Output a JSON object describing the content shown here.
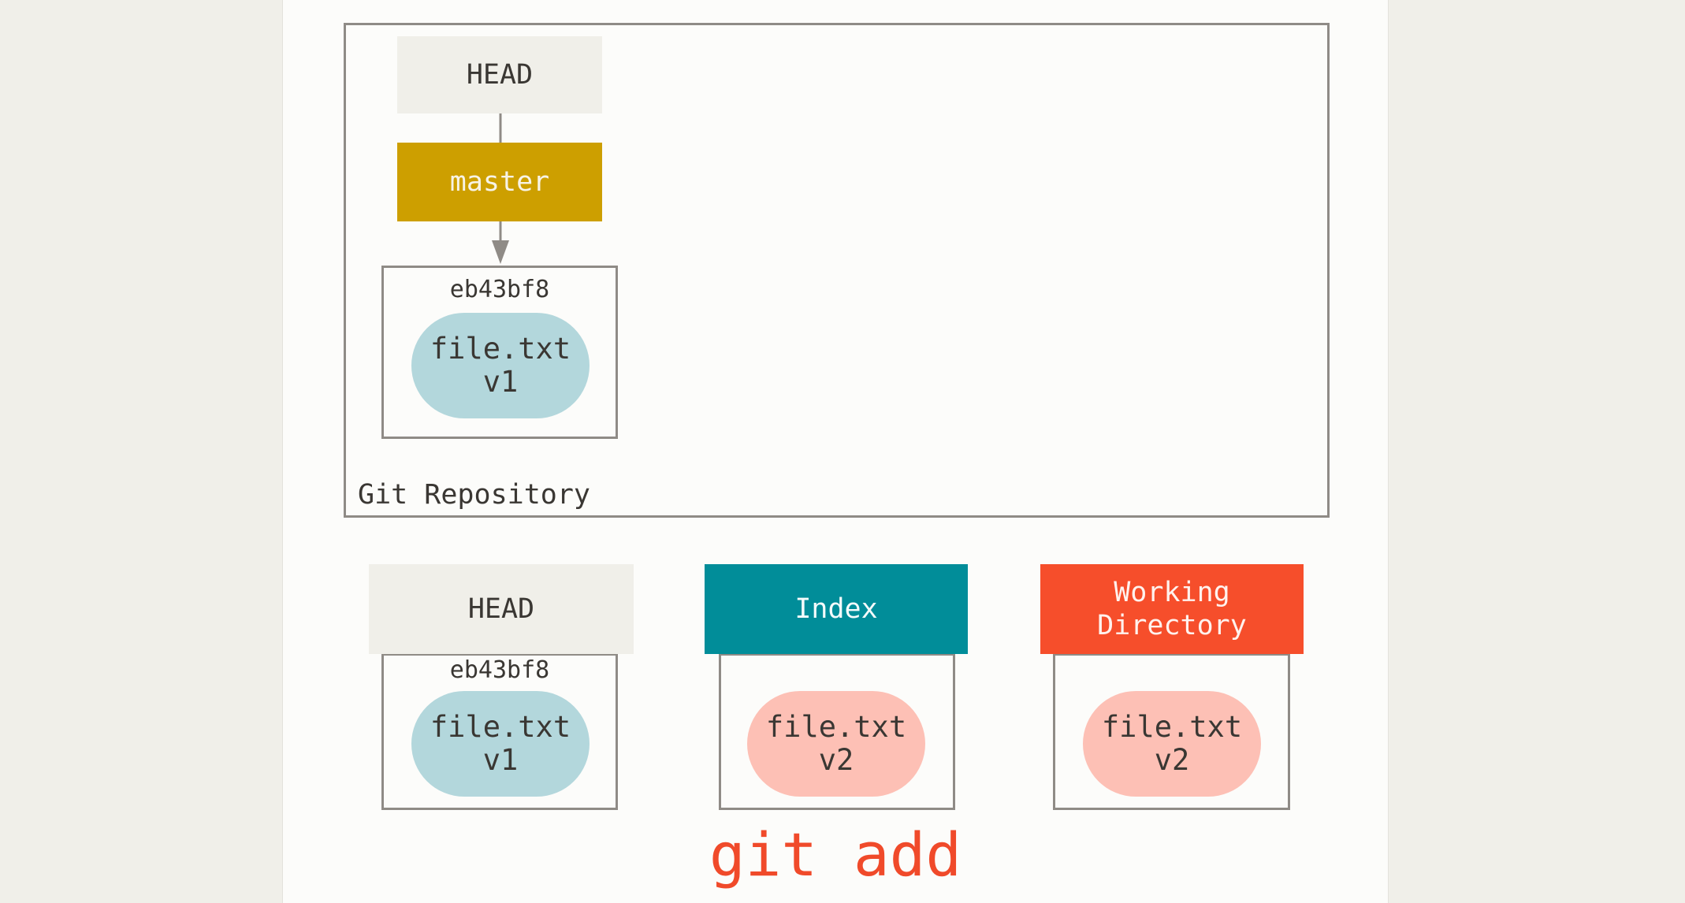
{
  "repository": {
    "label": "Git Repository",
    "head_label": "HEAD",
    "branch_label": "master",
    "commit": {
      "sha": "eb43bf8",
      "blob": {
        "name": "file.txt",
        "version": "v1"
      }
    }
  },
  "trees": [
    {
      "label": "HEAD",
      "sha": "eb43bf8",
      "blob": {
        "name": "file.txt",
        "version": "v1"
      }
    },
    {
      "label": "Index",
      "blob": {
        "name": "file.txt",
        "version": "v2"
      }
    },
    {
      "label": "Working\nDirectory",
      "blob": {
        "name": "file.txt",
        "version": "v2"
      }
    }
  ],
  "command": "git add",
  "colors": {
    "head": "#f0efe9",
    "branch": "#cd9f00",
    "index": "#018d99",
    "working_directory": "#f64e2b",
    "blob_v1": "#b3d7dc",
    "blob_v2": "#fdc0b5",
    "command": "#f04a2a",
    "border": "#8f8b86"
  }
}
